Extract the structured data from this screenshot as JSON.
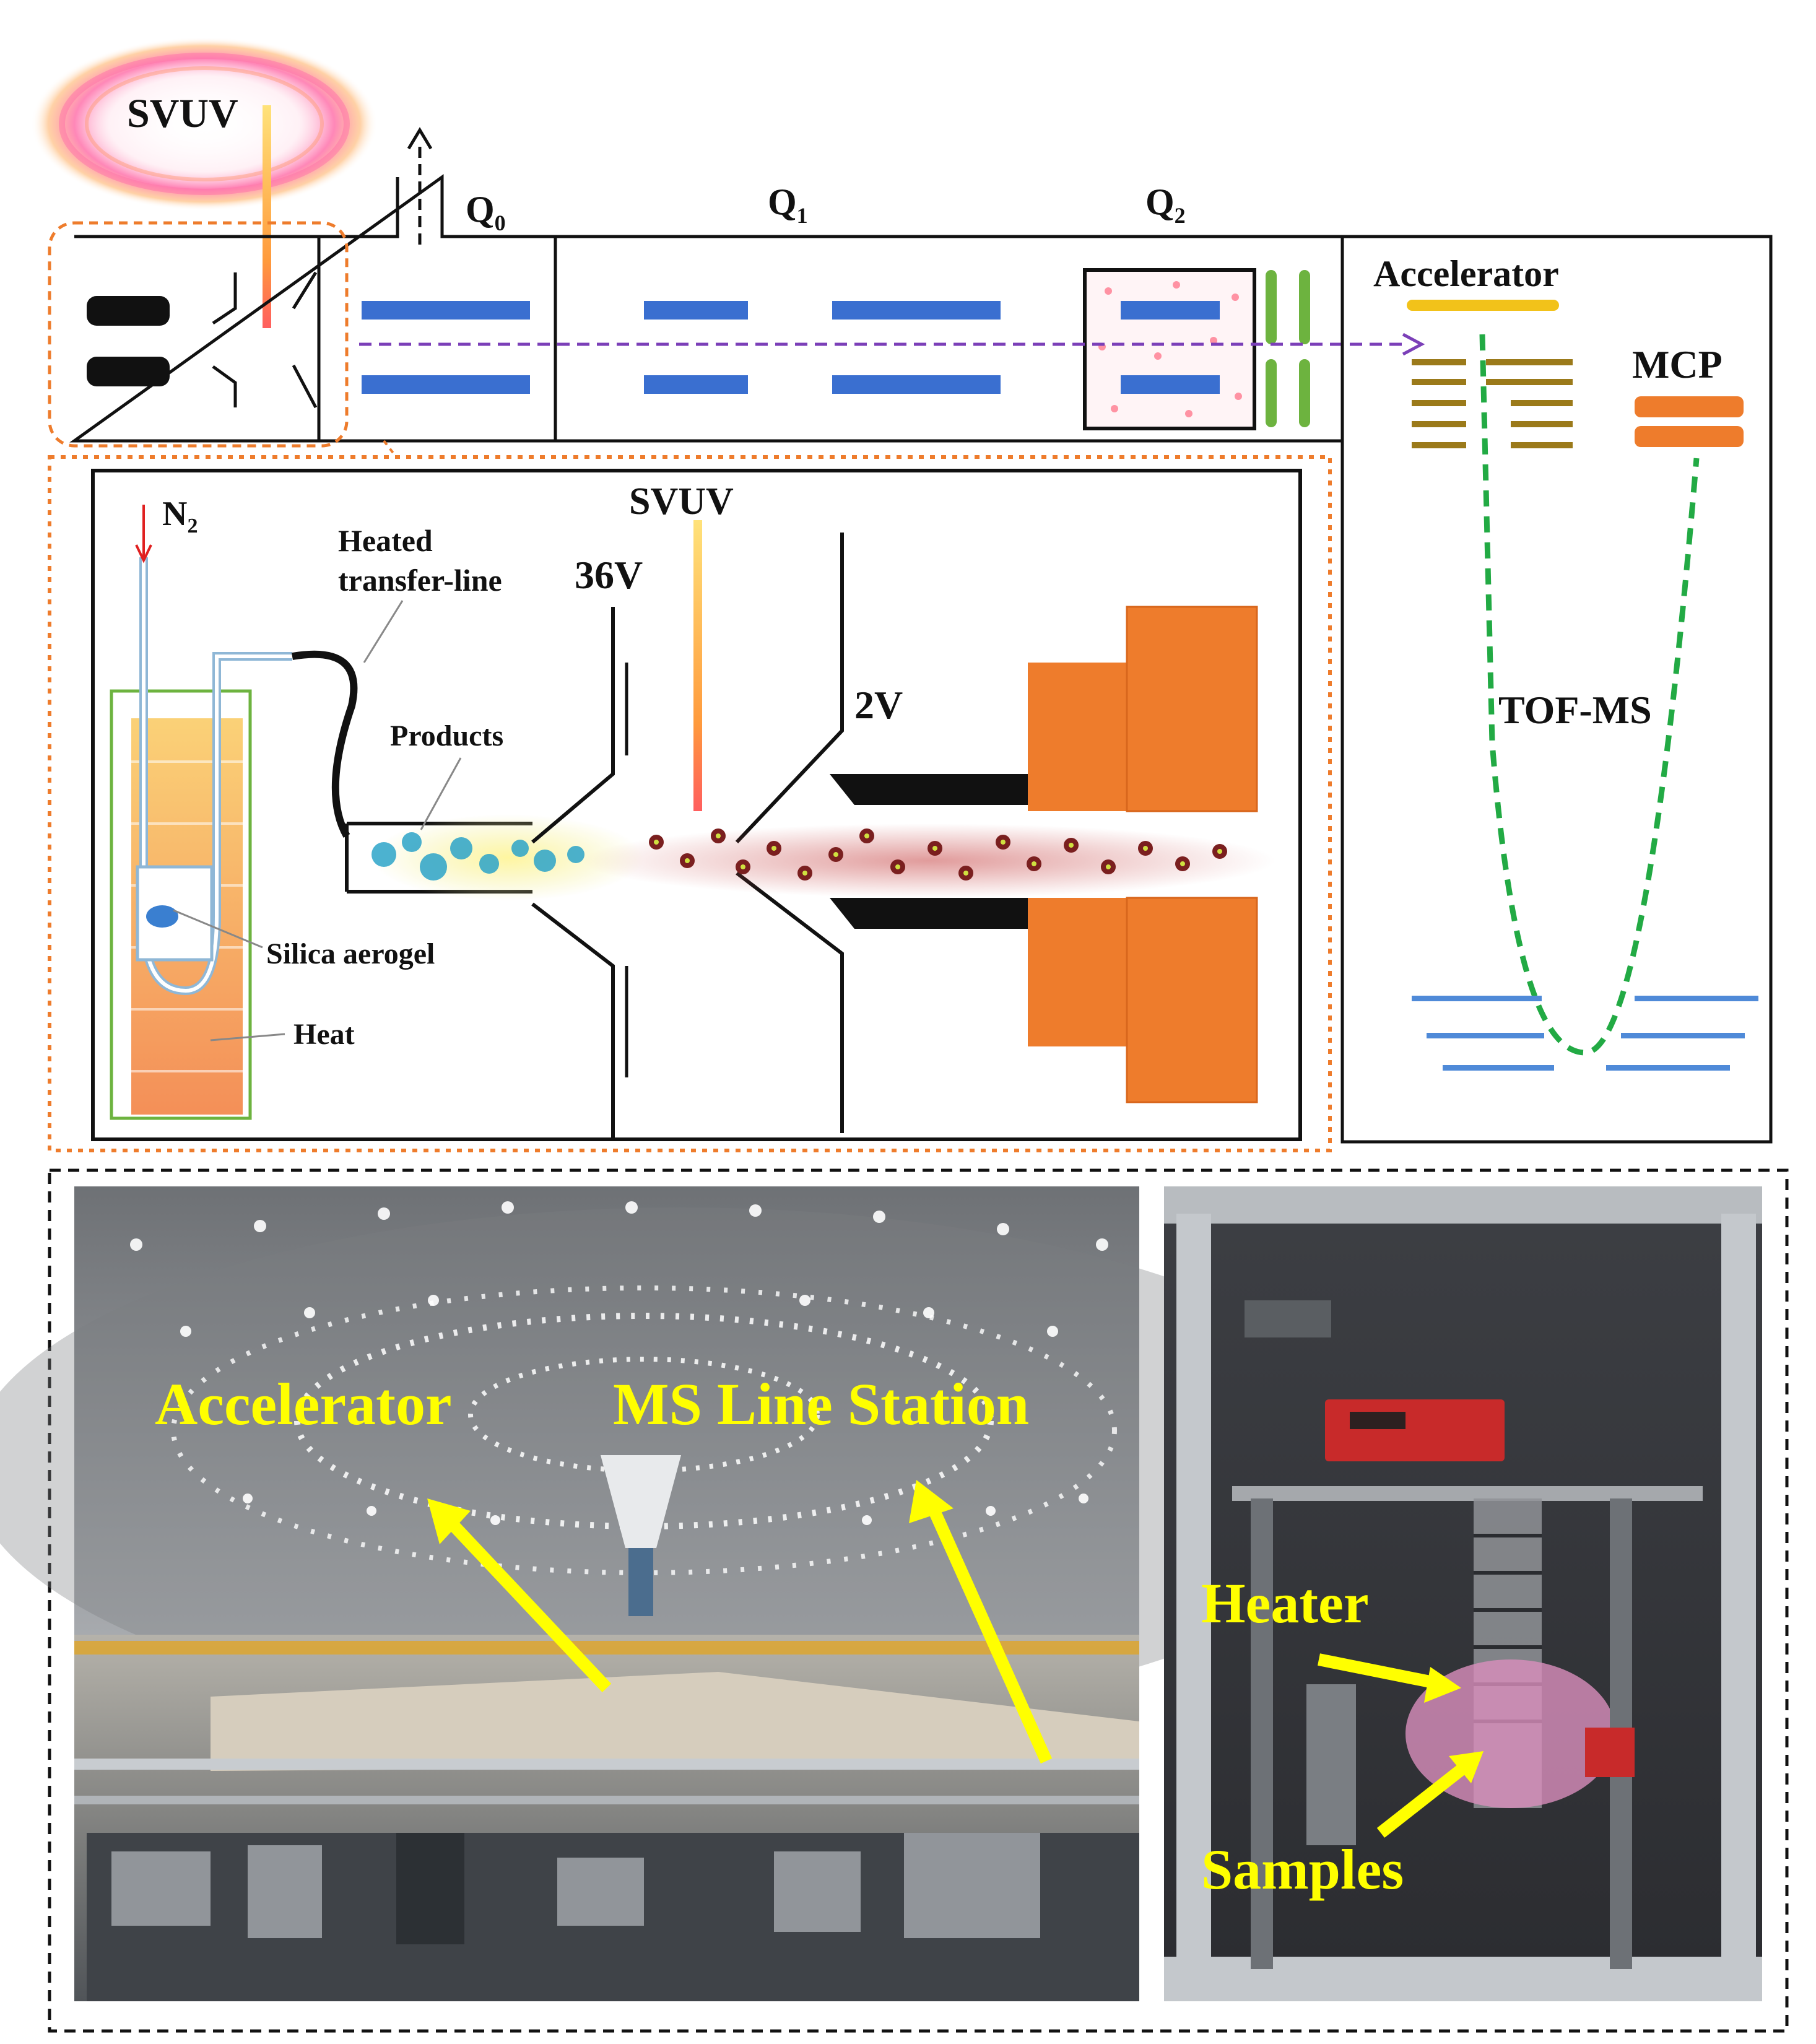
{
  "schematic": {
    "source_label": "SVUV",
    "chamber_labels": {
      "q0": "Q",
      "q0_sub": "0",
      "q1": "Q",
      "q1_sub": "1",
      "q2": "Q",
      "q2_sub": "2"
    },
    "tof": {
      "accelerator_label": "Accelerator",
      "mcp_label": "MCP",
      "tof_label": "TOF-MS"
    },
    "inset": {
      "gas_label": "N",
      "gas_sub": "2",
      "transfer_line_label_1": "Heated",
      "transfer_line_label_2": "transfer-line",
      "products_label": "Products",
      "aerogel_label": "Silica aerogel",
      "heat_label": "Heat",
      "svuv_label": "SVUV",
      "voltage_1": "36V",
      "voltage_2": "2V"
    }
  },
  "photos": {
    "facility": {
      "label_accelerator": "Accelerator",
      "label_station": "MS Line Station"
    },
    "apparatus": {
      "label_heater": "Heater",
      "label_samples": "Samples"
    }
  },
  "colors": {
    "electrode_blue": "#3a6fd0",
    "ion_optic_green": "#6db33f",
    "orange_block": "#ee7c2c",
    "dashed_orange": "#ee7c2c",
    "flight_path_green": "#22aa44",
    "beam_path_purple": "#7b3fb8",
    "photo_text_yellow": "#ffff00"
  }
}
